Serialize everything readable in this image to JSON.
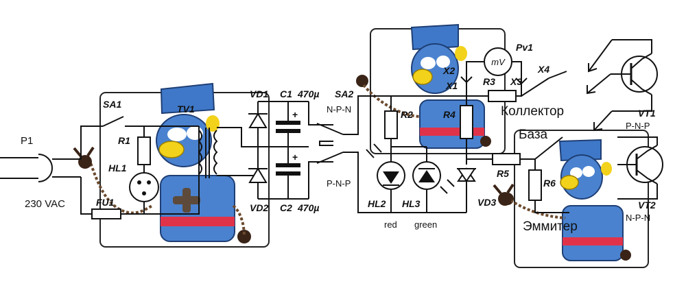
{
  "labels": {
    "p1": "P1",
    "mains": "230 VAC",
    "sa1": "SA1",
    "r1": "R1",
    "hl1": "HL1",
    "fu1": "FU1",
    "tv1": "TV1",
    "vd1": "VD1",
    "vd2": "VD2",
    "c1": "C1",
    "c1_val": "470µ",
    "c2": "C2",
    "c2_val": "470µ",
    "sa2": "SA2",
    "npn_sw": "N-P-N",
    "pnp_sw": "P-N-P",
    "r2": "R2",
    "r4": "R4",
    "r3": "R3",
    "r5": "R5",
    "r6": "R6",
    "hl2": "HL2",
    "hl3": "HL3",
    "red": "red",
    "green": "green",
    "vd3": "VD3",
    "x1": "X1",
    "x2": "X2",
    "x3": "X3",
    "x4": "X4",
    "meter": "mV",
    "pv1": "Pv1",
    "collector": "Коллектор",
    "base": "База",
    "emitter": "Эммитер",
    "vt1": "VT1",
    "vt1_type": "P-N-P",
    "vt2": "VT2",
    "vt2_type": "N-P-N"
  },
  "colors": {
    "character_blue": "#3f78c8",
    "character_yellow": "#f2d21b",
    "belt_red": "#e0334a",
    "clay_brown": "#4b2f1f",
    "wire": "#111111"
  }
}
